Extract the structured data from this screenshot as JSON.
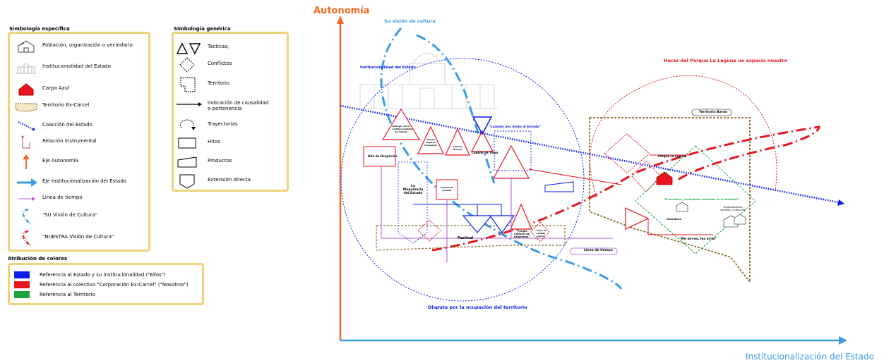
{
  "legend_specific": {
    "title": "Simbología específica",
    "items": [
      {
        "icon": "house-icon",
        "label": "Población, organización o vecindario"
      },
      {
        "icon": "state-building-icon",
        "label": "Institucionalidad del Estado"
      },
      {
        "icon": "blue-tent-icon",
        "label": "Carpa Azul"
      },
      {
        "icon": "territory-icon",
        "label": "Territorio Ex-Cárcel"
      },
      {
        "icon": "coercion-line-icon",
        "label": "Coacción del Estado"
      },
      {
        "icon": "instrumental-relation-icon",
        "label": "Relación Instrumental"
      },
      {
        "icon": "autonomy-arrow-icon",
        "label": "Eje Autonomía"
      },
      {
        "icon": "institutional-arrow-icon",
        "label": "Eje Institucionalización del Estado"
      },
      {
        "icon": "timeline-arrow-icon",
        "label": "Linea de tiempo"
      },
      {
        "icon": "their-vision-icon",
        "label": "\"SU Visión de Cultura\""
      },
      {
        "icon": "our-vision-icon",
        "label": "\"NUESTRA Visión de Cultura\""
      }
    ]
  },
  "legend_generic": {
    "title": "Simbología genérica",
    "items": [
      {
        "icon": "triangles-icon",
        "label": "Tacticas;"
      },
      {
        "icon": "conflict-diamond-icon",
        "label": "Conflictos"
      },
      {
        "icon": "territory-shape-icon",
        "label": "Territorio"
      },
      {
        "icon": "causality-arrow-icon",
        "label": "Indicación de causalidad o pertenencia"
      },
      {
        "icon": "trajectory-icon",
        "label": "Trayectorias"
      },
      {
        "icon": "milestone-rect-icon",
        "label": "Hitos"
      },
      {
        "icon": "product-shape-icon",
        "label": "Productos"
      },
      {
        "icon": "extension-shape-icon",
        "label": "Extensión directa"
      }
    ]
  },
  "colors_legend": {
    "title": "Atribución de colores",
    "items": [
      {
        "color": "#0a1ee8",
        "label": "Referencia al Estado y su institucionalidad (\"Ellos\")"
      },
      {
        "color": "#e8141e",
        "label": "Referencia al colectivo \"Corporación Ex-Carcel\" (\"Nosotros\")"
      },
      {
        "color": "#1aa33a",
        "label": "Referencia al Territorio"
      }
    ]
  },
  "axes": {
    "y_label": "Autonomía",
    "x_label": "Institucionalización del Estado",
    "y_color": "#f26a21",
    "x_color": "#3a9be5"
  },
  "diagram": {
    "su_vision": "Su visión de cultura",
    "institucionalidad": "Institucionalidad del Estado",
    "hacer_parque": "Hacer del Parque La Laguna un espacio nuestro",
    "territorio_baron": "Territorio Barón",
    "disputa": "Disputa por la ocupación del territorio",
    "hito_ocupacion": "Hito de Ocupación",
    "maquinaria": "La Maquinaria del Estado",
    "cuando_dirijo": "\"Cuando nos dirijo al Estado\"",
    "caballo_troya": "Caballo de Troya",
    "linea_tiempo": "Linea de tiempo",
    "me_sirves": "\"Me sirves, les sirvo\"",
    "parque_laguna": "Parque La Laguna",
    "festival": "Festival",
    "organizaciones": "Organizaciones sociales y culturales",
    "vecindario": "Vecindario",
    "dialogo": "Diálogo con la Institucionalidad del Estado",
    "visado": "Visado Legal de Ocupación",
    "victoria": "Victoria Moneyo",
    "gestion": "Gestion de Jornada",
    "parque_cultural": "\"Parque Cultural de Valparaíso\"",
    "lejos": "\"Lejos de sentido común\"",
    "territorio_convencer": "\"El territorio, ¿no tenemos presentes en el territorio?\""
  }
}
